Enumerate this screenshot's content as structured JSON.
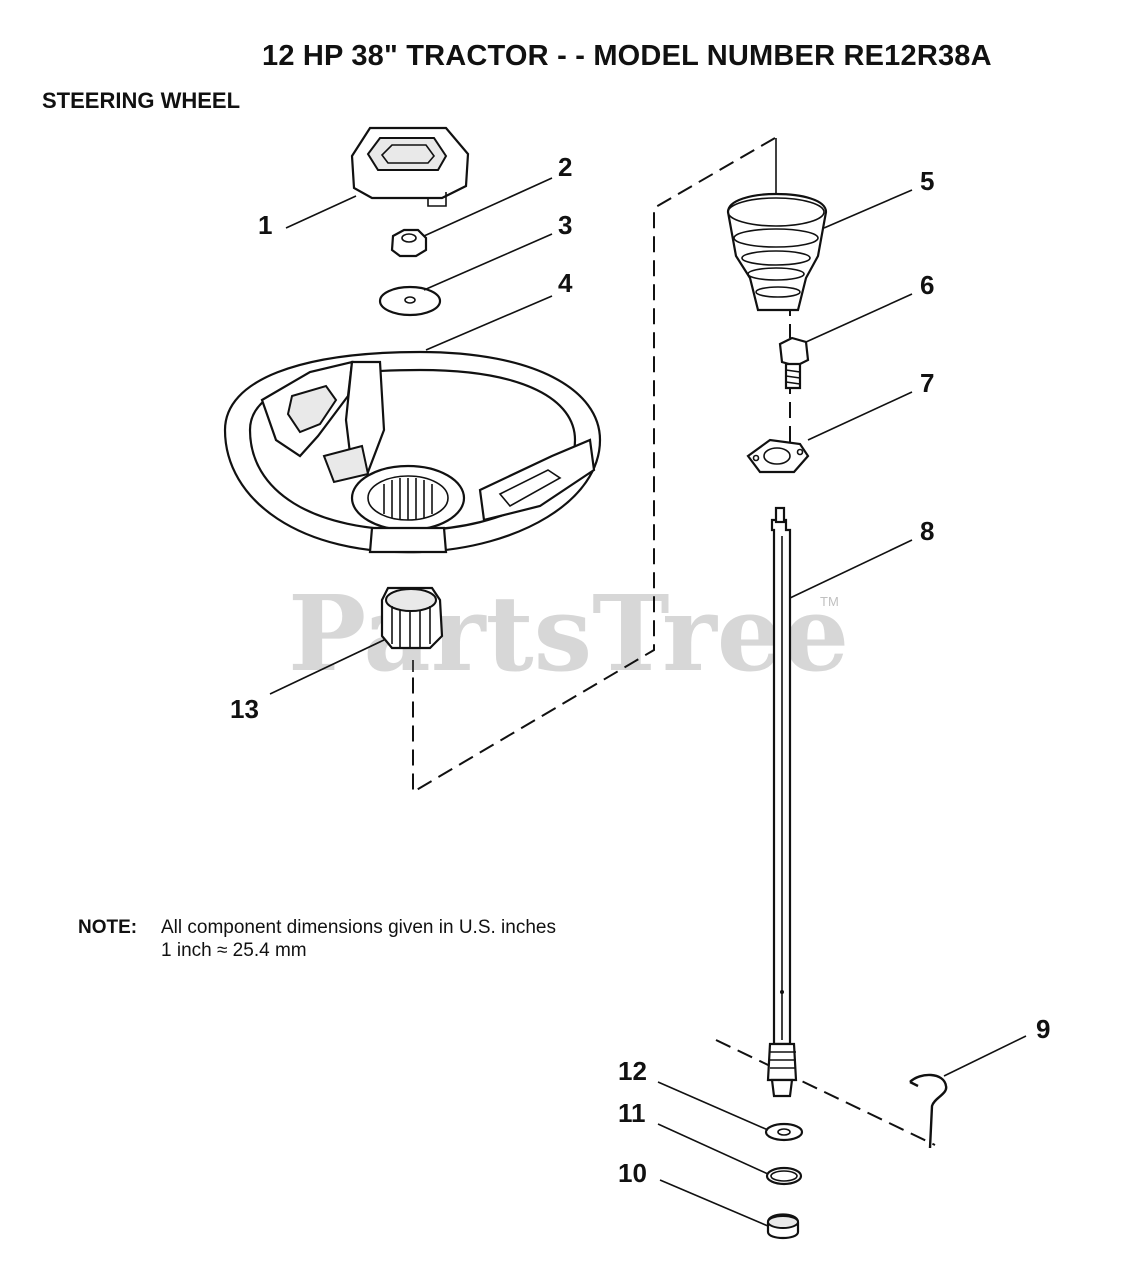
{
  "header": {
    "title": "12 HP 38\" TRACTOR - - MODEL NUMBER RE12R38A",
    "section": "STEERING WHEEL"
  },
  "note": {
    "label": "NOTE:",
    "line1": "All component dimensions given in U.S. inches",
    "line2": "1 inch ≈ 25.4 mm"
  },
  "watermark": {
    "text": "PartsTree",
    "trademark": "TM"
  },
  "callouts": {
    "c1": "1",
    "c2": "2",
    "c3": "3",
    "c4": "4",
    "c5": "5",
    "c6": "6",
    "c7": "7",
    "c8": "8",
    "c9": "9",
    "c10": "10",
    "c11": "11",
    "c12": "12",
    "c13": "13"
  }
}
